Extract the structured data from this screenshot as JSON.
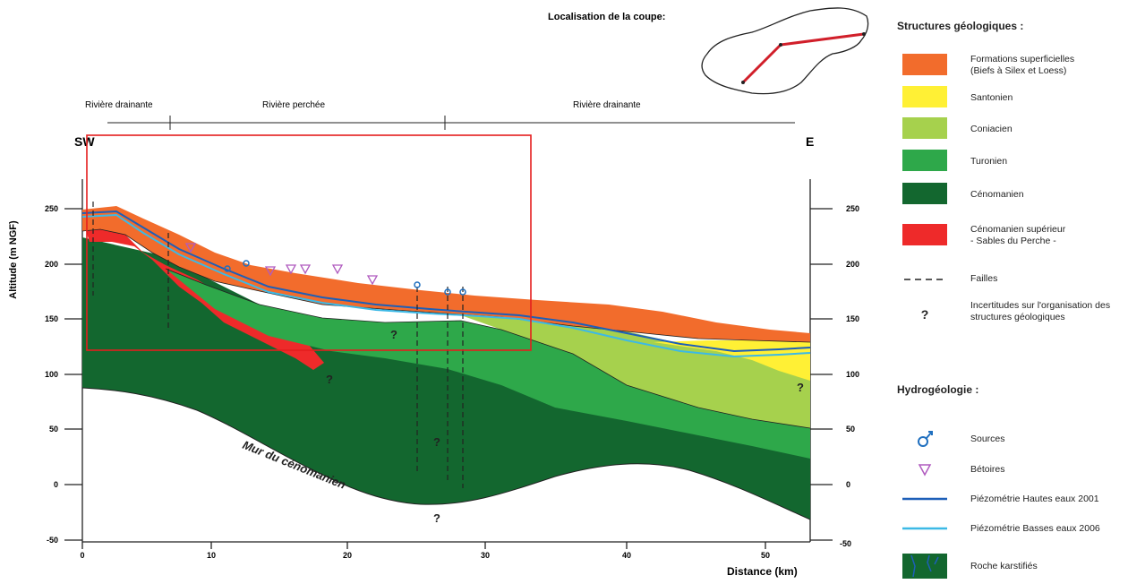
{
  "location": {
    "title": "Localisation de la coupe:"
  },
  "section": {
    "zone_labels": [
      "Rivière drainante",
      "Rivière perchée",
      "Rivière drainante"
    ],
    "end_left": "SW",
    "end_right": "E",
    "y_axis_label": "Altitude (m NGF)",
    "x_axis_label": "Distance (km)",
    "x_ticks": [
      "0",
      "10",
      "20",
      "30",
      "40",
      "50"
    ],
    "y_ticks_left": [
      "250",
      "200",
      "150",
      "100",
      "50",
      "0",
      "-50"
    ],
    "y_ticks_right": [
      "250",
      "200",
      "150",
      "100",
      "50",
      "0",
      "-50"
    ],
    "mur_label": "Mur du cénomanien",
    "question_mark": "?"
  },
  "legend": {
    "structures_title": "Structures géologiques :",
    "layers": [
      {
        "label": "Formations superficielles\n(Biefs à Silex et Loess)",
        "color": "#f26c2c"
      },
      {
        "label": "Santonien",
        "color": "#fff035"
      },
      {
        "label": "Coniacien",
        "color": "#a6d14d"
      },
      {
        "label": "Turonien",
        "color": "#2ea84a"
      },
      {
        "label": "Cénomanien",
        "color": "#13672f"
      },
      {
        "label": "Cénomanien supérieur\n - Sables du Perche -",
        "color": "#ee2a2a"
      }
    ],
    "faults_label": "Failles",
    "uncertainty_label": "Incertitudes sur l'organisation des\nstructures géologiques",
    "uncertainty_symbol": "?",
    "hydro_title": "Hydrogéologie :",
    "hydro_items": [
      {
        "label": "Sources",
        "icon": "source-icon",
        "color": "#1f6fbf"
      },
      {
        "label": "Bétoires",
        "icon": "betoire-icon",
        "color": "#b05bbf"
      },
      {
        "label": "Piézométrie Hautes eaux 2001",
        "icon": "line-dark-blue",
        "color": "#1d5fb8"
      },
      {
        "label": "Piézométrie Basses eaux 2006",
        "icon": "line-light-blue",
        "color": "#3cb9e6"
      },
      {
        "label": "Roche karstifiés",
        "icon": "karst-icon",
        "color": "#13672f"
      }
    ]
  }
}
